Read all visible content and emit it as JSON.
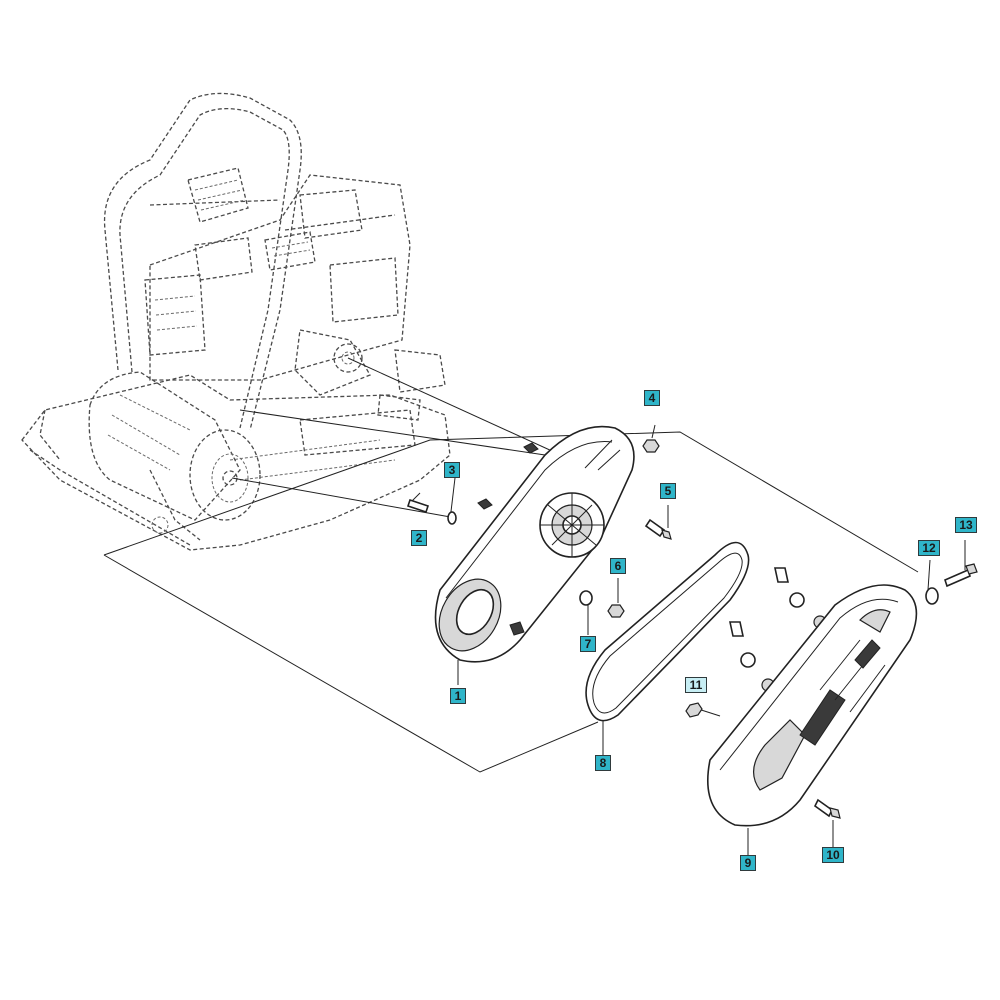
{
  "theme": {
    "callout_fill": "#2fb5c9",
    "callout_fill_light": "#c7eef4",
    "line_color": "#222222"
  },
  "callouts": [
    {
      "id": "c1",
      "label": "1"
    },
    {
      "id": "c2",
      "label": "2"
    },
    {
      "id": "c3",
      "label": "3"
    },
    {
      "id": "c4",
      "label": "4"
    },
    {
      "id": "c5",
      "label": "5"
    },
    {
      "id": "c6",
      "label": "6"
    },
    {
      "id": "c7",
      "label": "7"
    },
    {
      "id": "c8",
      "label": "8"
    },
    {
      "id": "c9",
      "label": "9"
    },
    {
      "id": "c10",
      "label": "10"
    },
    {
      "id": "c11",
      "label": "11"
    },
    {
      "id": "c12",
      "label": "12"
    },
    {
      "id": "c13",
      "label": "13"
    }
  ]
}
